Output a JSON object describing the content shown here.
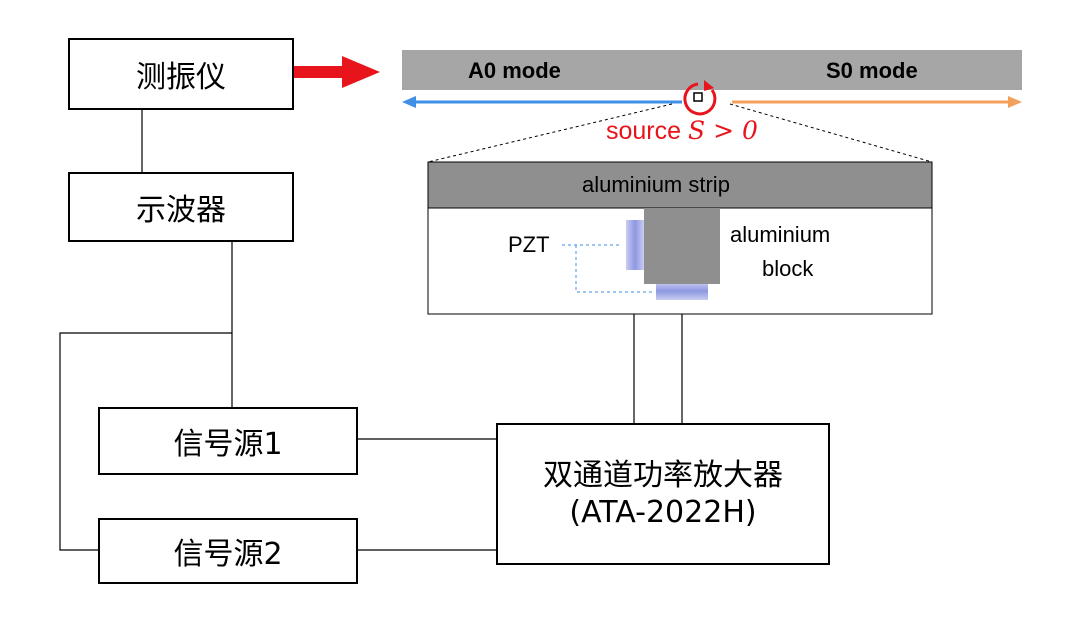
{
  "boxes": {
    "vibrometer": "测振仪",
    "oscilloscope": "示波器",
    "signal_source_1": "信号源1",
    "signal_source_2": "信号源2",
    "amplifier_line1": "双通道功率放大器",
    "amplifier_line2": "(ATA-2022H)"
  },
  "strip": {
    "a0_label": "A0 mode",
    "s0_label": "S0 mode",
    "source_label": "source",
    "source_math": "S > 0"
  },
  "inset": {
    "strip_label": "aluminium strip",
    "pzt_label": "PZT",
    "block_label_1": "aluminium",
    "block_label_2": "block"
  },
  "colors": {
    "red": "#e8141b",
    "blue": "#3f8fe8",
    "orange": "#f3a15a",
    "strip_gray": "#a6a6a6",
    "block_gray": "#8f8f8f"
  }
}
